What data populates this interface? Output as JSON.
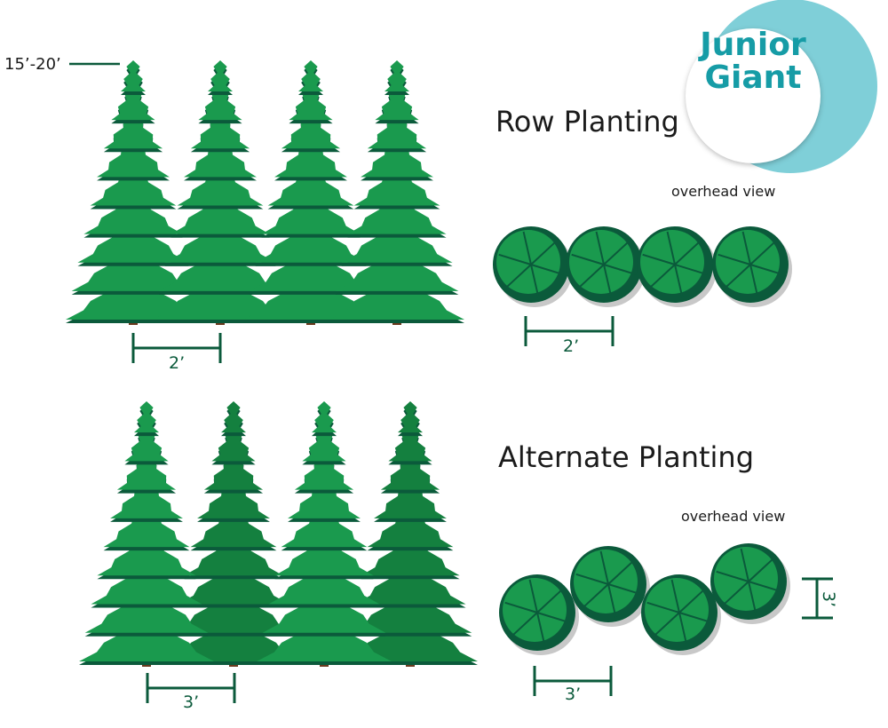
{
  "height_label": "15’-20’",
  "logo": {
    "line1": "Junior",
    "line2": "Giant"
  },
  "row": {
    "title": "Row Planting",
    "overhead_label": "overhead view",
    "side_spacing": "2’",
    "overhead_spacing": "2’"
  },
  "alternate": {
    "title": "Alternate Planting",
    "overhead_label": "overhead view",
    "side_spacing": "3’",
    "overhead_spacing": "3’",
    "offset_spacing": "3’"
  },
  "colors": {
    "tree_light": "#1a9a4e",
    "tree_mid": "#14803f",
    "tree_dark": "#0b5a3b",
    "trunk": "#6b3a1e",
    "logo_teal": "#7fcfd8",
    "logo_text": "#169ca6"
  }
}
